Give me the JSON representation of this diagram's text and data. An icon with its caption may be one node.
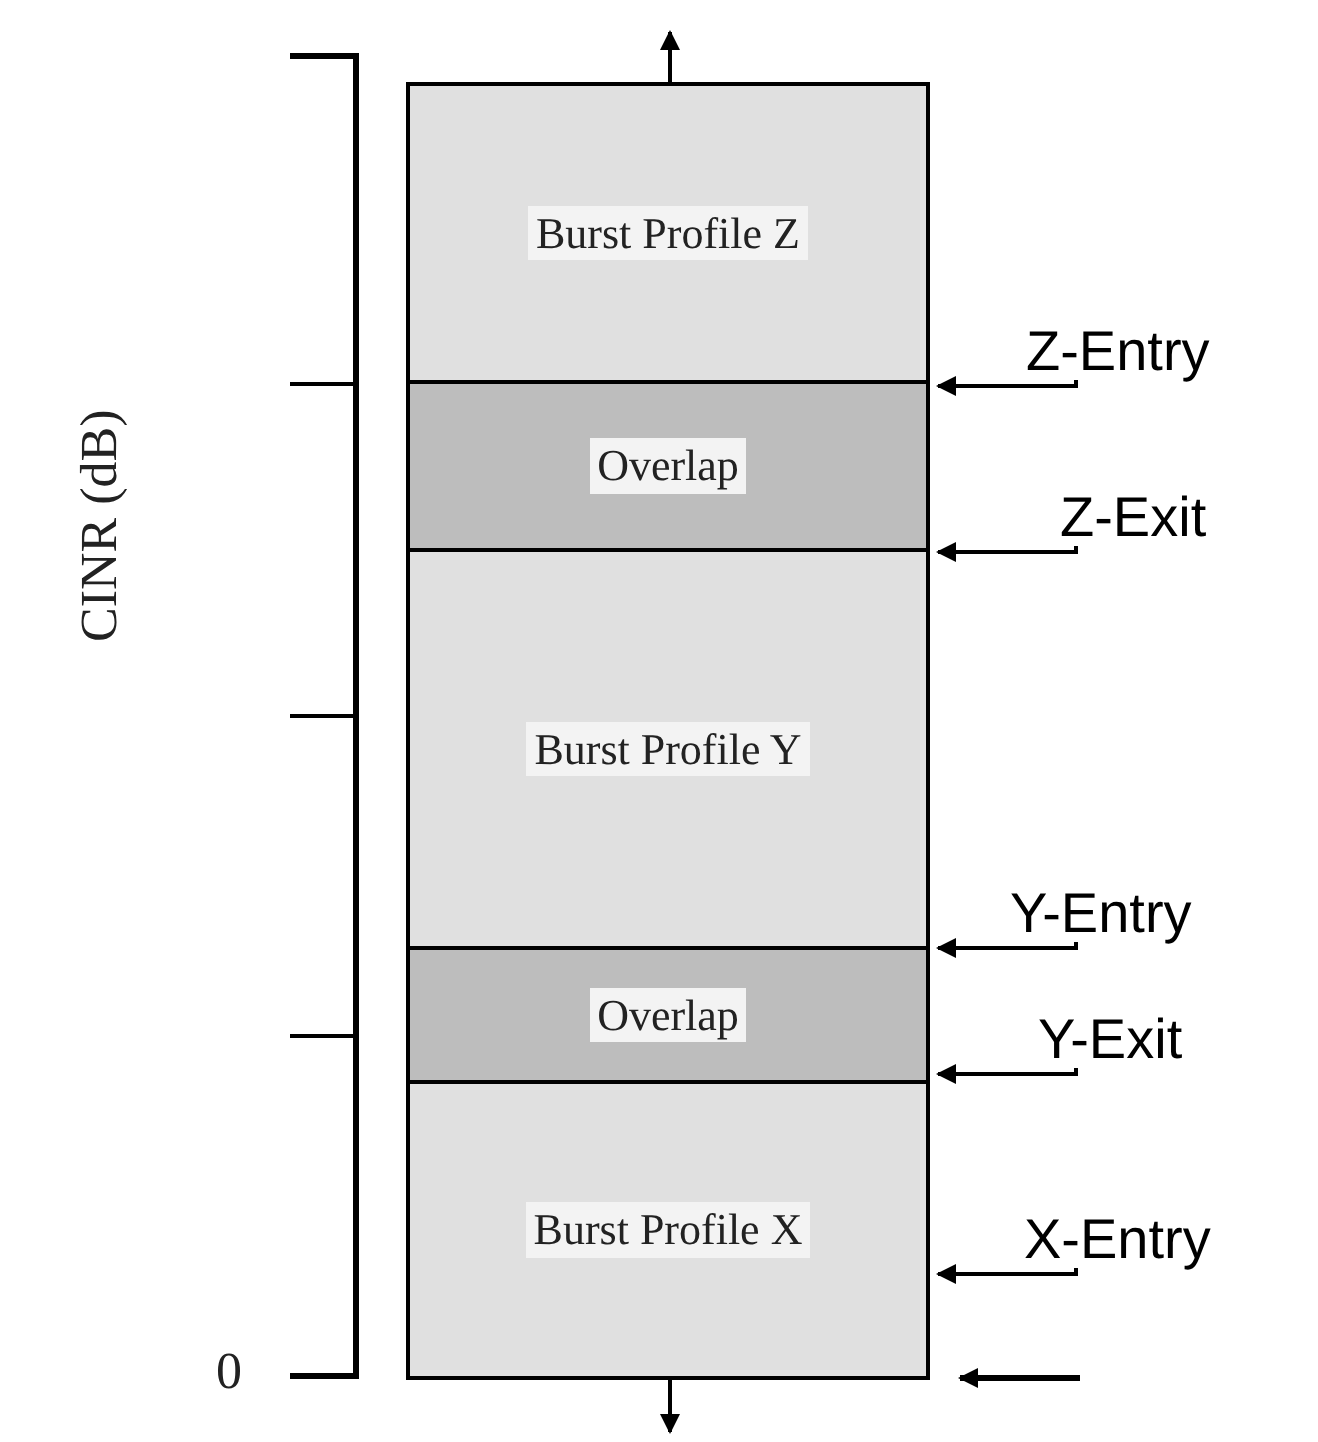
{
  "diagram": {
    "nodes": [
      {
        "text": [],
        "shape": "box"
      },
      {
        "text": [
          "Burst Profile Z"
        ],
        "in": 0
      },
      {
        "text": [
          "Overlap"
        ],
        "in": 0
      },
      {
        "text": [
          "Burst Profile Y"
        ],
        "in": 0
      },
      {
        "text": [
          "Overlap"
        ],
        "in": 0
      },
      {
        "text": [
          "Burst Profile X"
        ],
        "in": 0
      },
      {
        "text": [
          "Z-Entry"
        ]
      },
      {
        "text": [
          "Z-Exit"
        ]
      },
      {
        "text": [
          "Y-Entry"
        ]
      },
      {
        "text": [
          "Y-Exit"
        ]
      },
      {
        "text": [
          "X-Entry"
        ]
      }
    ],
    "edges": [
      {
        "from": 6,
        "to": 0,
        "arrow": "to"
      },
      {
        "from": 7,
        "to": 0,
        "arrow": "to"
      },
      {
        "from": 8,
        "to": 0,
        "arrow": "to"
      },
      {
        "from": 9,
        "to": 0,
        "arrow": "to"
      },
      {
        "from": 10,
        "to": 0,
        "arrow": "to"
      }
    ],
    "labels": [
      "CINR (dB)",
      "0"
    ]
  }
}
